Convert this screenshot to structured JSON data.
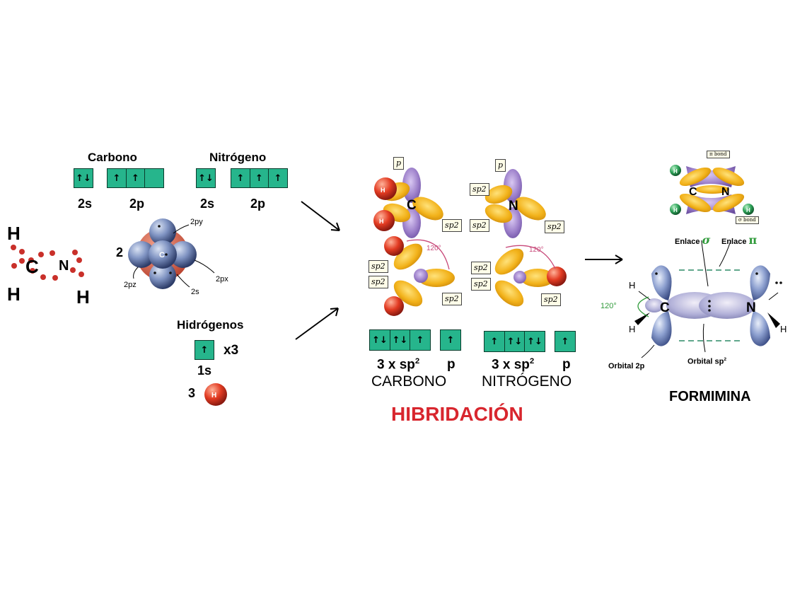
{
  "left": {
    "carbono_title": "Carbono",
    "nitrogeno_title": "Nitrógeno",
    "c2s_label": "2s",
    "c2p_label": "2p",
    "n2s_label": "2s",
    "n2p_label": "2p",
    "c2s_boxes": [
      "↑↓"
    ],
    "c2p_boxes": [
      "↑",
      "↑",
      ""
    ],
    "n2s_boxes": [
      "↑↓"
    ],
    "n2p_boxes": [
      "↑",
      "↑",
      "↑"
    ],
    "lewis": {
      "h": "H",
      "c": "C",
      "n": "N"
    },
    "orbital_count": "2",
    "orbital_labels": {
      "py": "2py",
      "pz": "2pz",
      "px": "2px",
      "s": "2s",
      "atom": "C"
    },
    "hidrogenos_title": "Hidrógenos",
    "h_box": [
      "↑"
    ],
    "x3": "x3",
    "h1s_label": "1s",
    "h_count": "3",
    "h_atom": "H"
  },
  "middle": {
    "tags": {
      "p": "p",
      "sp2": "sp2",
      "angle": "120°"
    },
    "atoms": {
      "c": "C",
      "n": "N",
      "h": "H"
    },
    "c_sp2_boxes": [
      "↑↓",
      "↑↓",
      "↑"
    ],
    "c_p_box": [
      "↑"
    ],
    "n_sp2_boxes": [
      "↑",
      "↑↓",
      "↑↓"
    ],
    "n_p_box": [
      "↑"
    ],
    "c_caption_sp": "3 x sp",
    "c_caption_sup": "2",
    "c_caption_p": "p",
    "n_caption_sp": "3 x sp",
    "n_caption_sup": "2",
    "n_caption_p": "p",
    "carbono": "CARBONO",
    "nitrogeno": "NITRÓGENO",
    "hibridacion": "HIBRIDACIÓN"
  },
  "right": {
    "pi_bond_tag": "π bond",
    "sigma_bond_tag": "σ bond",
    "top_atoms": {
      "c": "C",
      "n": "N",
      "h": "H"
    },
    "enlace_sigma": "Enlace",
    "sigma_symbol": "σ",
    "enlace_pi": "Enlace",
    "pi_symbol": "π",
    "angle": "120°",
    "atoms": {
      "c": "C",
      "n": "N",
      "h": "H"
    },
    "orbital_2p": "Orbital 2p",
    "orbital_sp": "Orbital sp",
    "orbital_sp_sup": "2",
    "formimina": "FORMIMINA"
  },
  "colors": {
    "box": "#26b58c",
    "lobe_yellow": "#f2b21a",
    "lobe_purple": "#9b7ec9",
    "h_red": "#d9362a",
    "hibridacion_red": "#d8262e",
    "blue_lobe": "#8c9fcf"
  }
}
